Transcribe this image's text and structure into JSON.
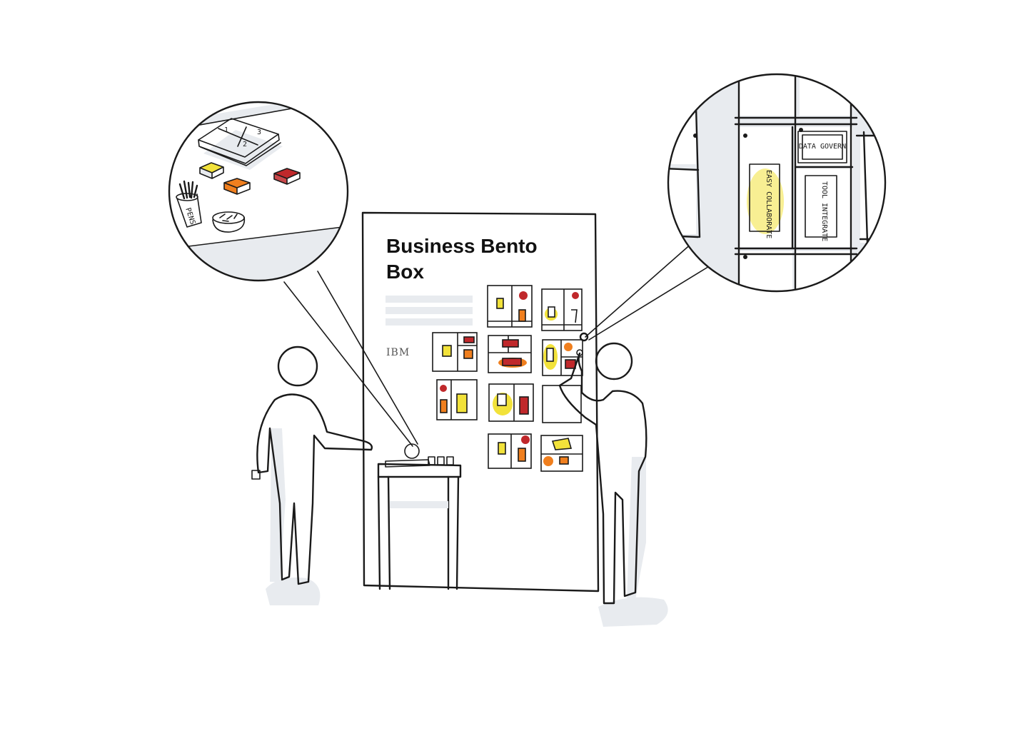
{
  "poster": {
    "title_line1": "Business Bento",
    "title_line2": "Box",
    "logo": "IBM"
  },
  "zoom_left": {
    "card_numbers": [
      "1",
      "2",
      "3"
    ],
    "cup_label": "PENS"
  },
  "zoom_right": {
    "notes": [
      {
        "text": "DATA GOVERN",
        "color": "#c0282b"
      },
      {
        "text": "EASY COLLABORATE",
        "color": "#f2e23a"
      },
      {
        "text": "TOOL INTEGRATE",
        "color": "#f07f1e"
      }
    ]
  },
  "colors": {
    "ink": "#1a1a1a",
    "shadow": "#e8ebef",
    "yellow": "#f2e23a",
    "orange": "#f07f1e",
    "red": "#c0282b"
  }
}
